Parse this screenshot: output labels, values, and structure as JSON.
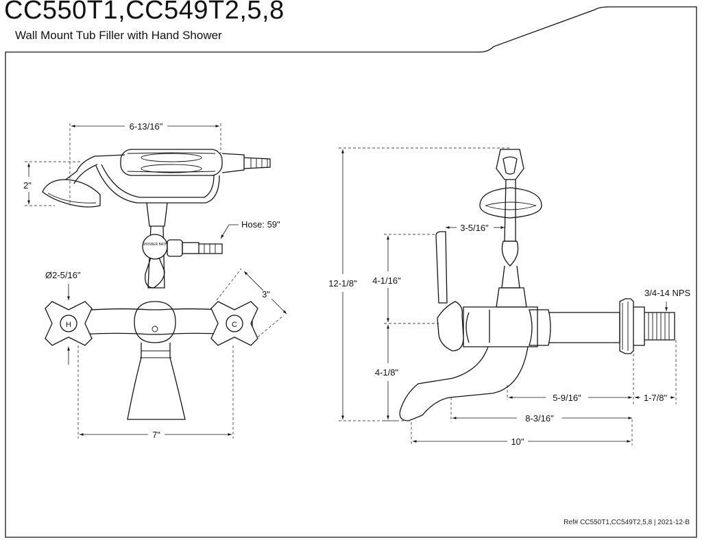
{
  "header": {
    "model": "CC550T1,CC549T2,5,8",
    "subtitle": "Wall Mount Tub Filler with Hand Shower"
  },
  "footer": {
    "ref": "Ref# CC550T1,CC549T2,5,8 | 2021-12-B"
  },
  "front_view": {
    "dim_top_width": "6-13/16\"",
    "dim_handshower_height": "2\"",
    "hose_label": "Hose: 59\"",
    "dim_flange_diameter": "Ø2-5/16\"",
    "dim_handle_offset": "3\"",
    "dim_center_width": "7\"",
    "diverter_label": "SHOWER BATH",
    "handle_hot": "H",
    "handle_cold": "C"
  },
  "side_view": {
    "dim_total_height": "12-1/8\"",
    "dim_cradle_offset": "3-5/16\"",
    "dim_upper_height": "4-1/16\"",
    "dim_lower_height": "4-1/8\"",
    "dim_thread": "3/4-14 NPS",
    "dim_spout_to_wall": "5-9/16\"",
    "dim_thread_length": "1-7/8\"",
    "dim_spout_reach": "8-3/16\"",
    "dim_total_depth": "10\""
  }
}
